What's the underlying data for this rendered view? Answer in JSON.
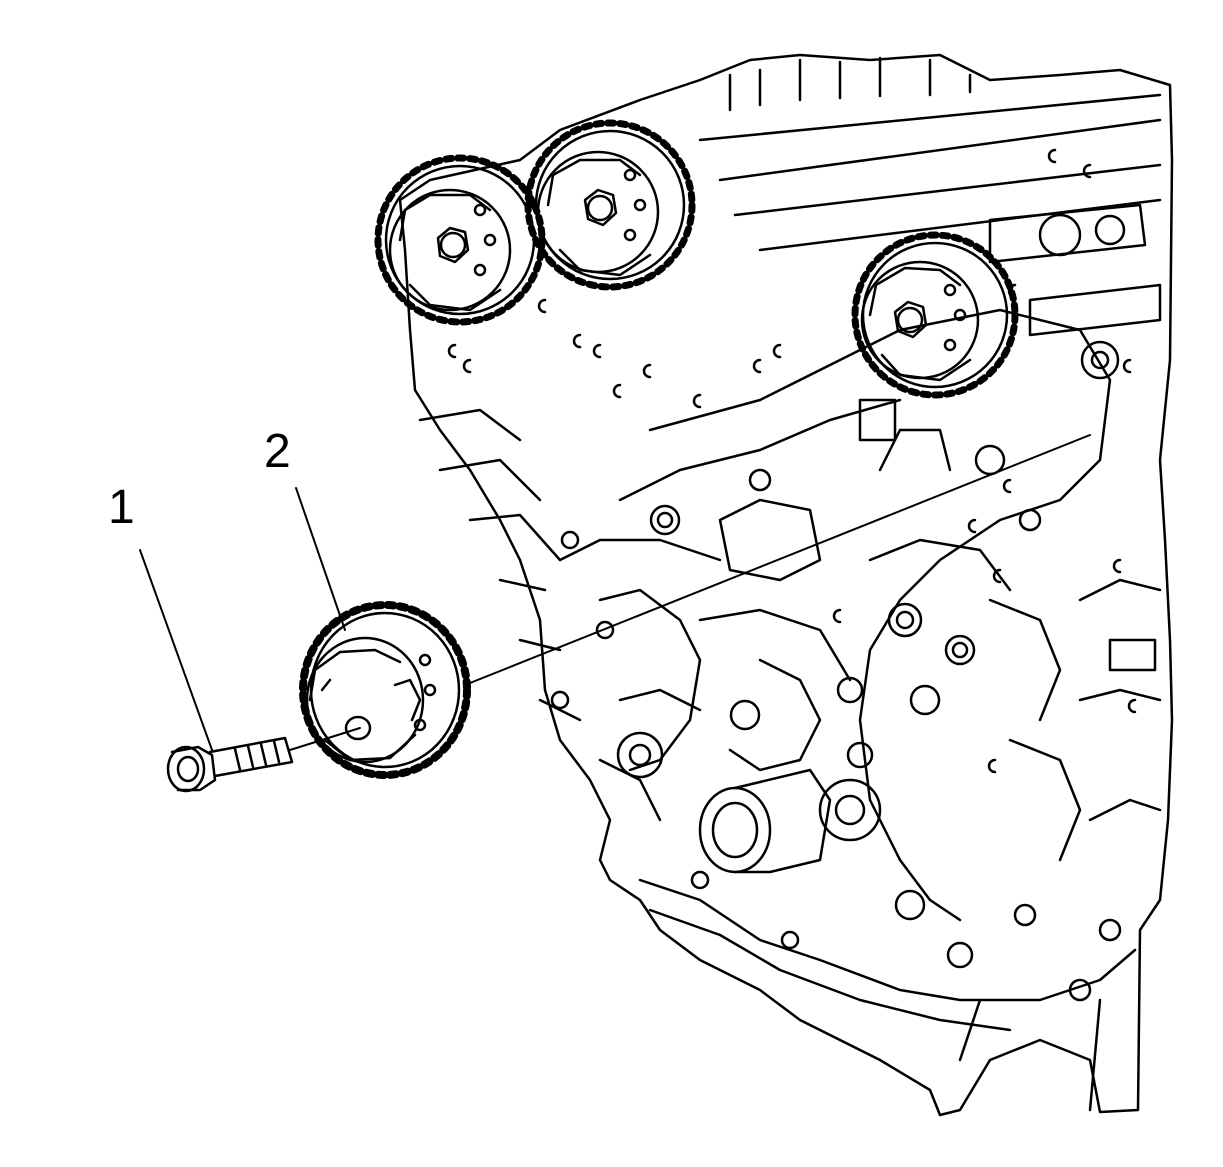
{
  "callouts": [
    {
      "number": "1",
      "part": "bolt"
    },
    {
      "number": "2",
      "part": "sprocket"
    }
  ],
  "colors": {
    "line": "#000000",
    "background": "#ffffff"
  }
}
